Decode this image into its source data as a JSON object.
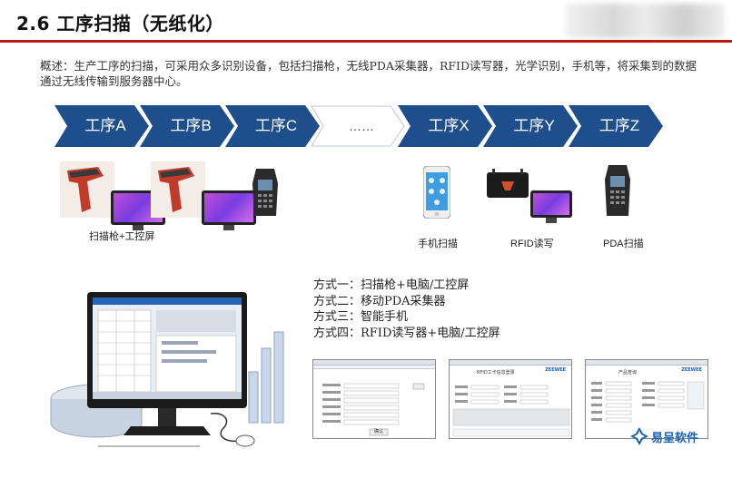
{
  "slide": {
    "title": "2.6 工序扫描（无纸化）",
    "overview": "概述：生产工序的扫描，可采用众多识别设备，包括扫描枪，无线PDA采集器，RFID读写器，光学识别，手机等，将采集到的数据通过无线传输到服务器中心。"
  },
  "process_steps": [
    "工序A",
    "工序B",
    "工序C",
    "……",
    "工序X",
    "工序Y",
    "工序Z"
  ],
  "colors": {
    "accent": "#c0151c",
    "chevron": "#1f4e8c",
    "chevron_light": "#ffffff",
    "brand": "#1a62b0"
  },
  "devices": {
    "scanner_caption": "扫描枪+工控屏",
    "phone_caption": "手机扫描",
    "rfid_caption": "RFID读写",
    "pda_caption": "PDA扫描"
  },
  "methods": [
    "方式一：扫描枪+电脑/工控屏",
    "方式二：移动PDA采集器",
    "方式三：智能手机",
    "方式四：RFID读写器+电脑/工控屏"
  ],
  "screenshots": {
    "thumb1_button": "确认",
    "thumb2_title": "RFID工卡信息登录",
    "thumb2_logo": "ZEEWEE",
    "thumb3_title": "产品查询",
    "thumb3_logo": "ZEEWEE"
  },
  "brand": {
    "name": "易呈软件",
    "icon": "brand-logo-icon"
  }
}
